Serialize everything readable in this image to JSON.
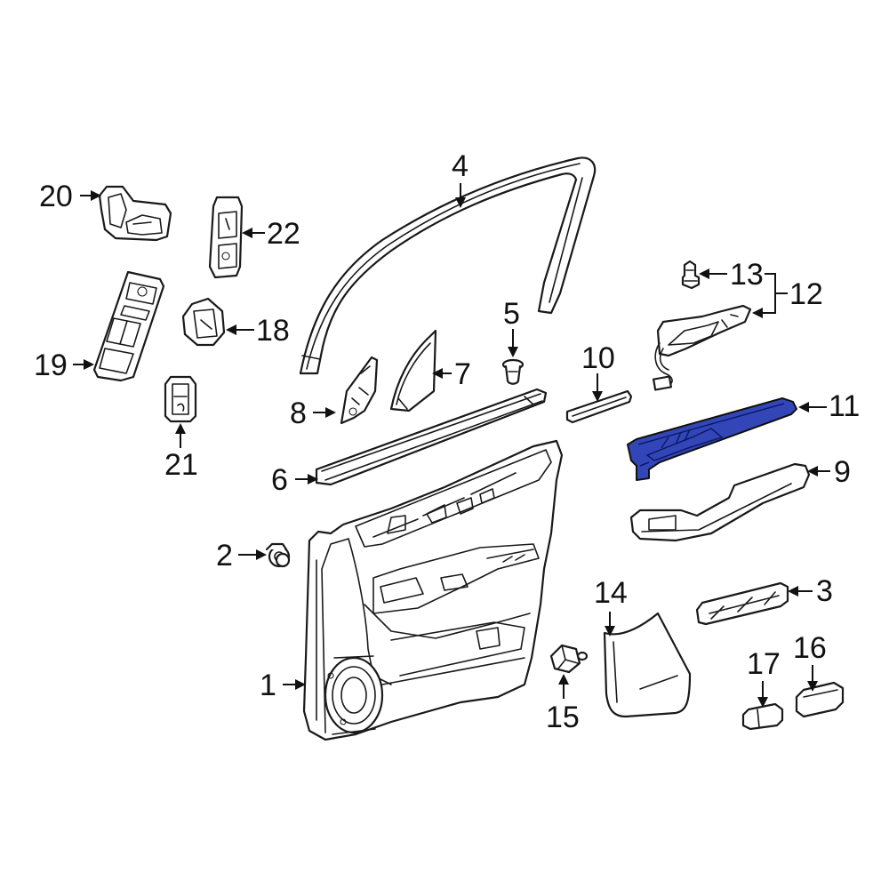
{
  "colors": {
    "background": "#ffffff",
    "line": "#1a1a1a",
    "highlight": "#3346b8"
  },
  "highlighted_part": "11",
  "callouts": [
    {
      "id": "c1",
      "label": "1"
    },
    {
      "id": "c2",
      "label": "2"
    },
    {
      "id": "c3",
      "label": "3"
    },
    {
      "id": "c4",
      "label": "4"
    },
    {
      "id": "c5",
      "label": "5"
    },
    {
      "id": "c6",
      "label": "6"
    },
    {
      "id": "c7",
      "label": "7"
    },
    {
      "id": "c8",
      "label": "8"
    },
    {
      "id": "c9",
      "label": "9"
    },
    {
      "id": "c10",
      "label": "10"
    },
    {
      "id": "c11",
      "label": "11"
    },
    {
      "id": "c12",
      "label": "12"
    },
    {
      "id": "c13",
      "label": "13"
    },
    {
      "id": "c14",
      "label": "14"
    },
    {
      "id": "c15",
      "label": "15"
    },
    {
      "id": "c16",
      "label": "16"
    },
    {
      "id": "c17",
      "label": "17"
    },
    {
      "id": "c18",
      "label": "18"
    },
    {
      "id": "c19",
      "label": "19"
    },
    {
      "id": "c20",
      "label": "20"
    },
    {
      "id": "c21",
      "label": "21"
    },
    {
      "id": "c22",
      "label": "22"
    }
  ]
}
